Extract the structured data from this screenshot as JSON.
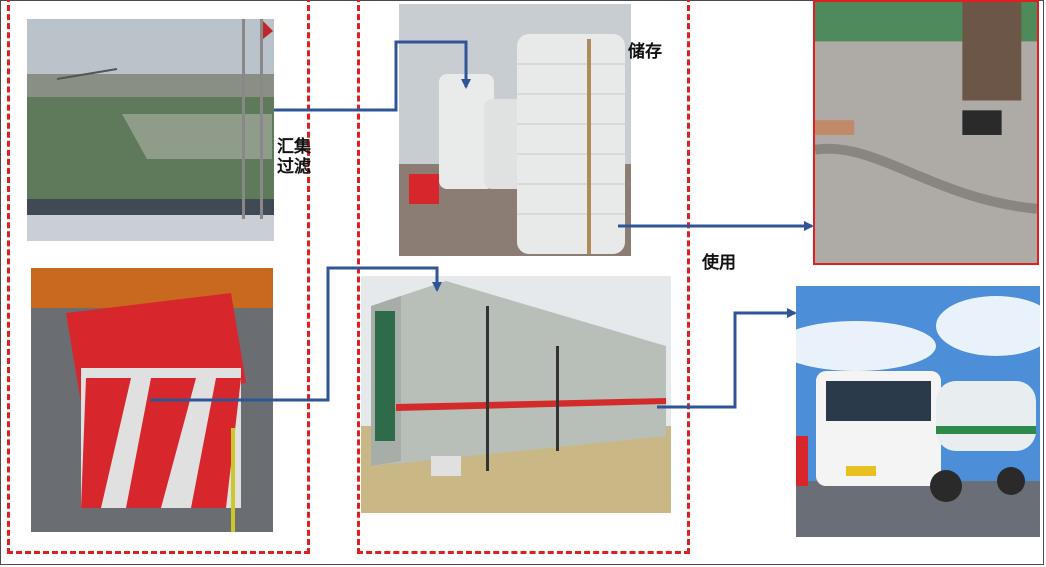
{
  "labels": {
    "collect_filter": "汇集\n过滤",
    "storage": "储存",
    "use": "使用"
  },
  "colors": {
    "group_border": "#e02020",
    "arrow": "#2f5597",
    "frame": "#4a4a4a"
  },
  "photos": [
    {
      "name": "photo-construction-site-pond"
    },
    {
      "name": "photo-red-grate-drain"
    },
    {
      "name": "photo-water-storage-tanks"
    },
    {
      "name": "photo-filtration-unit"
    },
    {
      "name": "photo-concrete-floor-curing"
    },
    {
      "name": "photo-water-sprinkler-truck"
    }
  ]
}
